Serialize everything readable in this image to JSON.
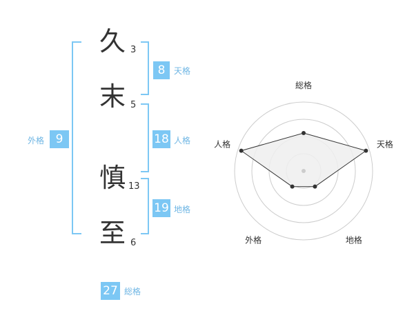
{
  "name": {
    "chars": [
      {
        "char": "久",
        "strokes": "3"
      },
      {
        "char": "末",
        "strokes": "5"
      },
      {
        "char": "慎",
        "strokes": "13"
      },
      {
        "char": "至",
        "strokes": "6"
      }
    ]
  },
  "kakusu": {
    "tenkaku": {
      "value": "8",
      "label": "天格"
    },
    "jinkaku": {
      "value": "18",
      "label": "人格"
    },
    "chikaku": {
      "value": "19",
      "label": "地格"
    },
    "gaikaku": {
      "value": "9",
      "label": "外格"
    },
    "soukaku": {
      "value": "27",
      "label": "総格"
    }
  },
  "chart_data": {
    "type": "radar",
    "axes": [
      "総格",
      "天格",
      "地格",
      "外格",
      "人格"
    ],
    "values": [
      0.55,
      0.95,
      0.28,
      0.28,
      0.95
    ],
    "range": [
      0,
      1
    ],
    "rings": 4,
    "colors": {
      "fill": "#eeeeee",
      "line": "#333333",
      "ring": "#cccccc",
      "accent": "#7cc7f4"
    }
  }
}
